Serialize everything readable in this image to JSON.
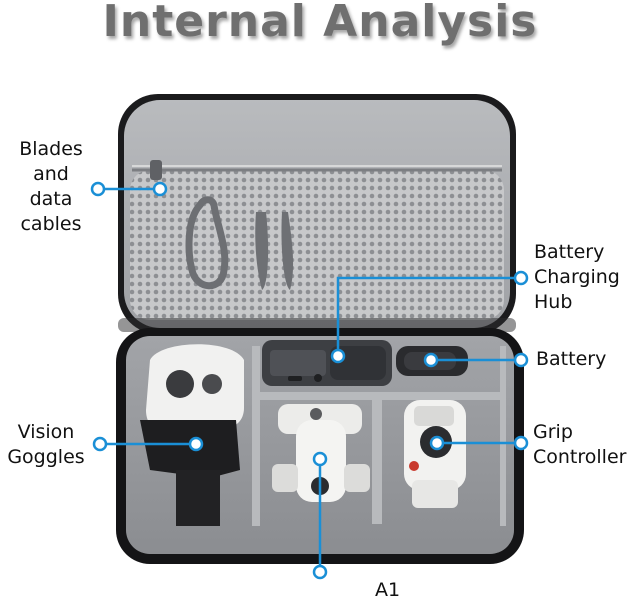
{
  "title": "Internal Analysis",
  "labels": {
    "blades": [
      "Blades",
      "and",
      "data",
      "cables"
    ],
    "hub": [
      "Battery",
      "Charging",
      "Hub"
    ],
    "battery": [
      "Battery"
    ],
    "goggles": [
      "Vision",
      "Goggles"
    ],
    "grip": [
      "Grip",
      "Controller"
    ],
    "drone": [
      "A1"
    ]
  },
  "colors": {
    "callout": "#1a8fd6",
    "case_shell": "#1b1b1d",
    "lining": "#a9abae",
    "mesh": "#c9cacc"
  }
}
